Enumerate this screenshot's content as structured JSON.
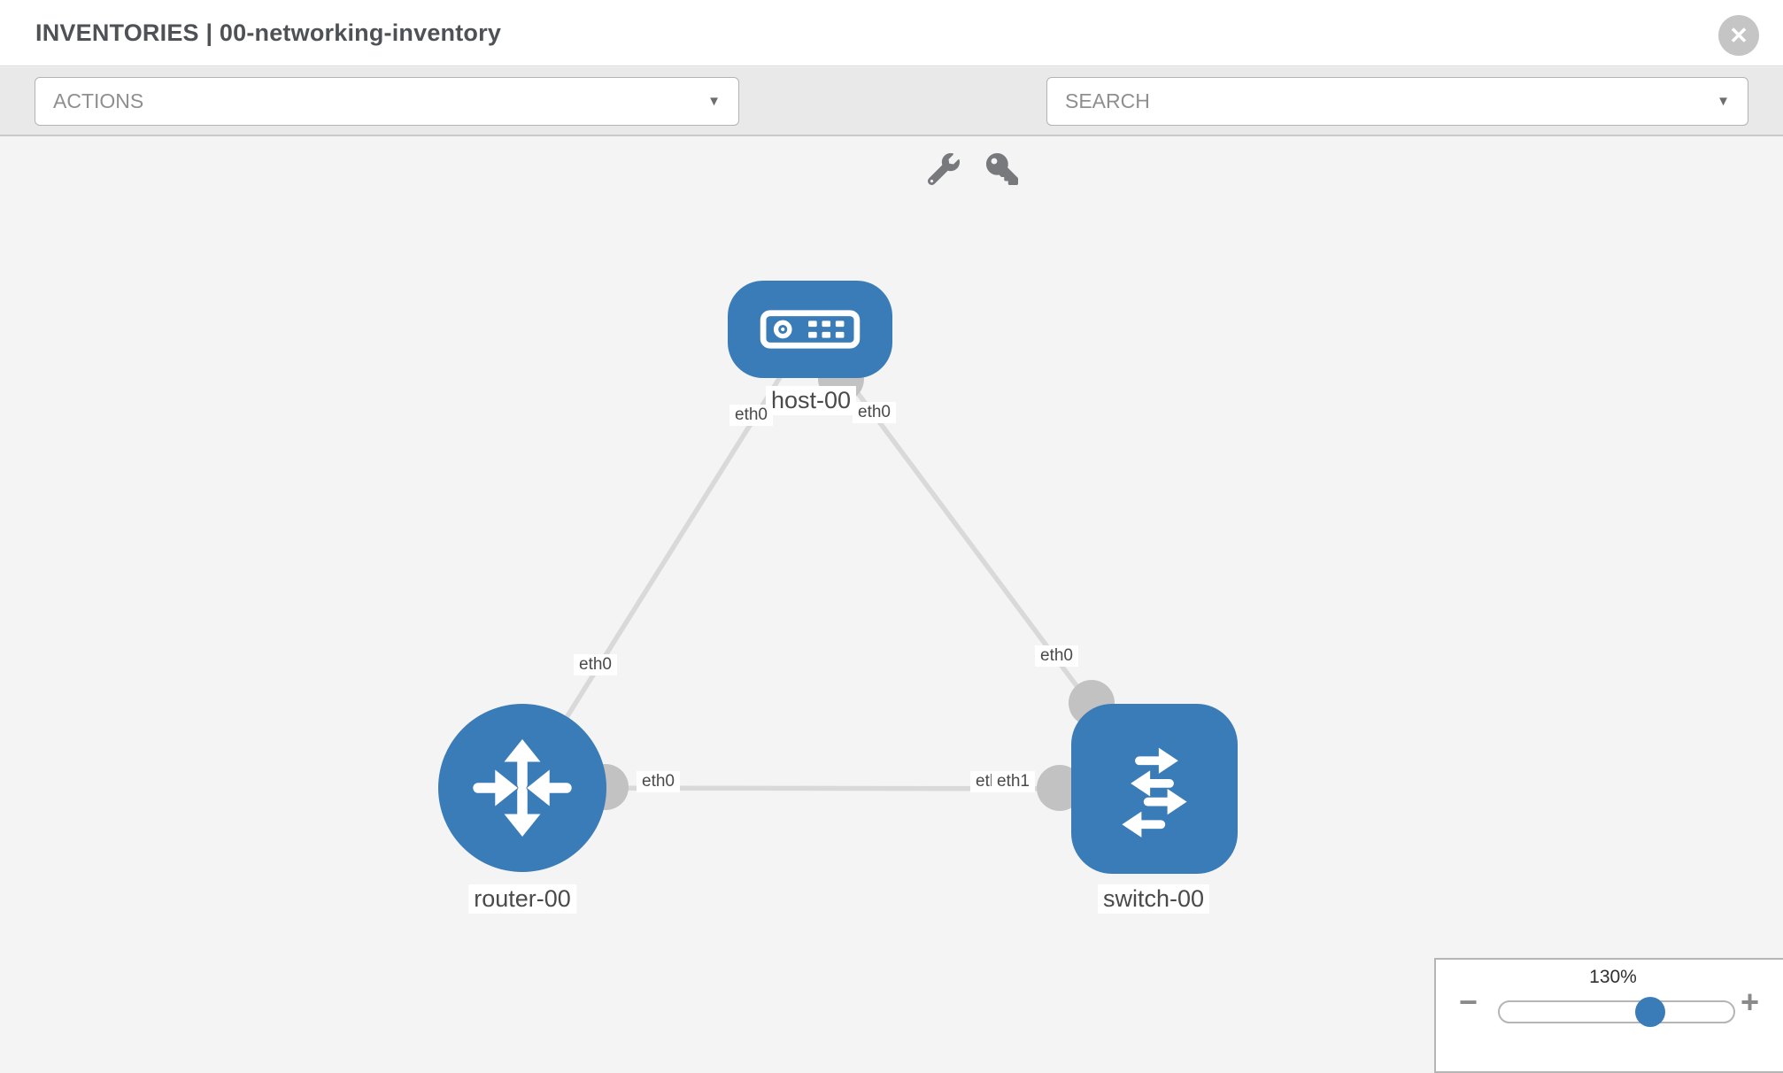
{
  "header": {
    "title": "INVENTORIES | 00-networking-inventory"
  },
  "toolbar": {
    "actions_label": "ACTIONS",
    "search_label": "SEARCH"
  },
  "icons": {
    "close": "✕",
    "dropdown_arrow": "▼",
    "wrench": "wrench-icon",
    "key": "key-icon"
  },
  "topology": {
    "nodes": [
      {
        "id": "host-00",
        "label": "host-00",
        "type": "host"
      },
      {
        "id": "router-00",
        "label": "router-00",
        "type": "router"
      },
      {
        "id": "switch-00",
        "label": "switch-00",
        "type": "switch"
      }
    ],
    "links": [
      {
        "from": "host-00",
        "from_iface": "eth0",
        "to": "router-00",
        "to_iface": "eth0"
      },
      {
        "from": "host-00",
        "from_iface": "eth0",
        "to": "switch-00",
        "to_iface": "eth0"
      },
      {
        "from": "router-00",
        "from_iface": "eth0",
        "to": "switch-00",
        "to_iface": "eth1",
        "to_iface_overlapped": "eth0"
      }
    ]
  },
  "zoom_control": {
    "level": "130%",
    "minus": "−",
    "plus": "+"
  },
  "colors": {
    "node_blue": "#3a7cb8",
    "link_gray": "#d9d9d9",
    "connector_gray": "#c2c2c2"
  }
}
